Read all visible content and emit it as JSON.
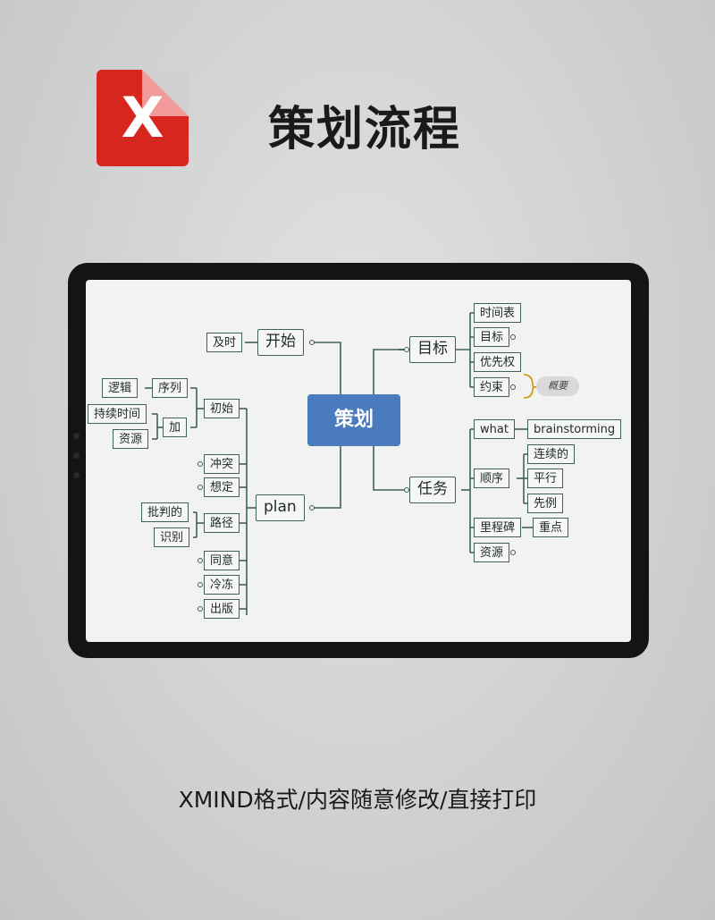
{
  "header": {
    "logo_letter": "X",
    "title": "策划流程"
  },
  "mindmap": {
    "root": "策划",
    "branches": {
      "start": {
        "label": "开始",
        "child": "及时"
      },
      "plan": {
        "label": "plan",
        "initial": {
          "label": "初始",
          "seq": "序列",
          "logic": "逻辑",
          "add": "加",
          "duration": "持续时间",
          "resource": "资源"
        },
        "conflict": "冲突",
        "idea": "想定",
        "path": {
          "label": "路径",
          "critical": "批判的",
          "identify": "识别"
        },
        "agree": "同意",
        "freeze": "冷冻",
        "publish": "出版"
      },
      "goal": {
        "label": "目标",
        "schedule": "时间表",
        "target": "目标",
        "priority": "优先权",
        "constraint": "约束",
        "summary": "概要"
      },
      "task": {
        "label": "任务",
        "what": "what",
        "brainstorming": "brainstorming",
        "order": "顺序",
        "continuous": "连续的",
        "parallel": "平行",
        "precedent": "先例",
        "milestone": "里程碑",
        "key": "重点",
        "resource": "资源"
      }
    },
    "colors": {
      "line": "#41605a",
      "root": "#4a7cbd"
    }
  },
  "footer": {
    "caption": "XMIND格式/内容随意修改/直接打印"
  }
}
